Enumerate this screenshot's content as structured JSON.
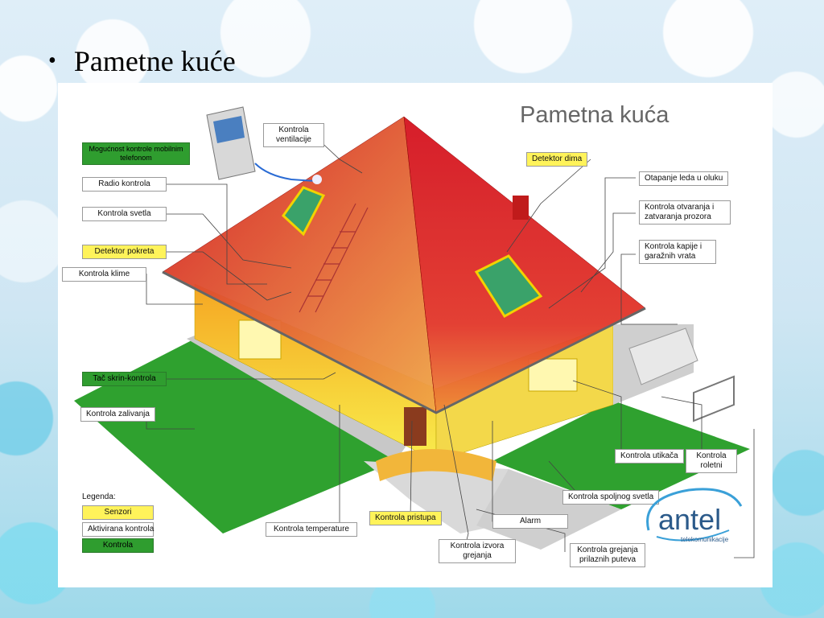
{
  "slide": {
    "bullet": "•",
    "title": "Pametne kuće"
  },
  "diagram": {
    "title": "Pametna kuća",
    "labels": {
      "mobile_control": "Mogućnost kontrole mobilnim telefonom",
      "ventilation": "Kontrola ventilacije",
      "smoke_detector": "Detektor dima",
      "radio_control": "Radio kontrola",
      "light_control": "Kontrola svetla",
      "motion_detector": "Detektor pokreta",
      "climate_control": "Kontrola klime",
      "ice_melt": "Otapanje leda u oluku",
      "window_control": "Kontrola otvaranja i zatvaranja prozora",
      "gate_control": "Kontrola kapije i garažnih vrata",
      "touch_screen": "Tač skrin-kontrola",
      "irrigation": "Kontrola zalivanja",
      "outlet_control": "Kontrola utikača",
      "shutter_control": "Kontrola roletni",
      "outdoor_light": "Kontrola spoljnog svetla",
      "alarm": "Alarm",
      "temperature": "Kontrola temperature",
      "access_control": "Kontrola pristupa",
      "heat_source": "Kontrola izvora grejanja",
      "path_heating": "Kontrola grejanja prilaznih puteva"
    },
    "legend": {
      "title": "Legenda:",
      "sensors": "Senzori",
      "activated": "Aktivirana kontrola",
      "control": "Kontrola"
    },
    "logo": {
      "name": "antel",
      "tagline": "telekomunikacije"
    },
    "colors": {
      "sensor": "#fff35a",
      "control": "#2f9d2f",
      "roof": "#d8232a",
      "walls": "#f7e34a",
      "lawn": "#2fa12f"
    }
  }
}
